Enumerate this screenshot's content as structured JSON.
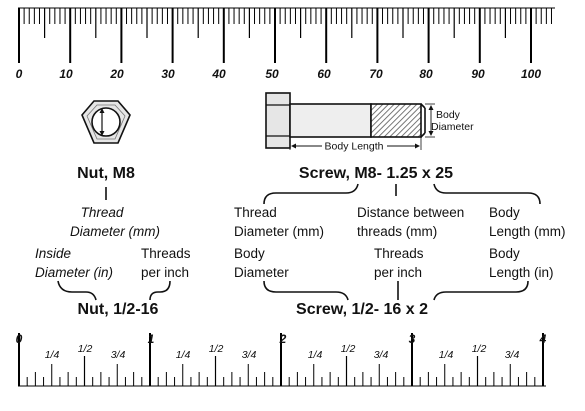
{
  "mm_ruler": {
    "labels": [
      "0",
      "10",
      "20",
      "30",
      "40",
      "50",
      "60",
      "70",
      "80",
      "90",
      "100"
    ]
  },
  "inch_ruler": {
    "whole": [
      "0",
      "1",
      "2",
      "3",
      "4"
    ],
    "fractions": [
      "1/4",
      "1/2",
      "3/4"
    ]
  },
  "nut_metric": {
    "title": "Nut, M8",
    "thread_label_1": "Thread",
    "thread_label_2": "Diameter (mm)"
  },
  "screw_metric": {
    "title": "Screw, M8- 1.25 x 25",
    "body_length": "Body Length",
    "body_diameter_1": "Body",
    "body_diameter_2": "Diameter",
    "thread_1": "Thread",
    "thread_2": "Diameter (mm)",
    "distance_1": "Distance between",
    "distance_2": "threads (mm)",
    "length_1": "Body",
    "length_2": "Length (mm)"
  },
  "nut_imperial": {
    "title": "Nut, 1/2-16",
    "inside_1": "Inside",
    "inside_2": "Diameter (in)",
    "threads_1": "Threads",
    "threads_2": "per inch"
  },
  "screw_imperial": {
    "title": "Screw, 1/2- 16 x 2",
    "body_1": "Body",
    "body_2": "Diameter",
    "threads_1": "Threads",
    "threads_2": "per inch",
    "length_1": "Body",
    "length_2": "Length (in)"
  }
}
